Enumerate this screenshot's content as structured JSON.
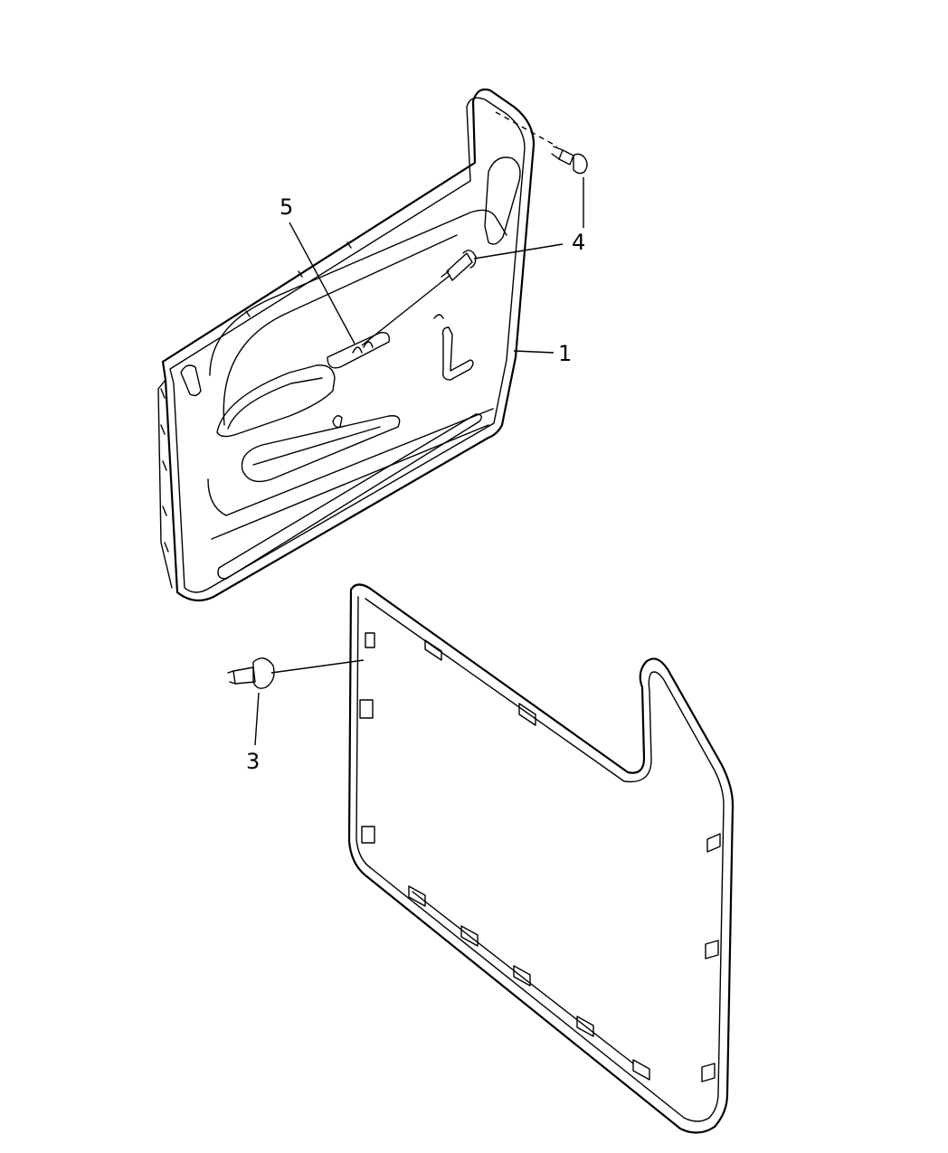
{
  "callouts": {
    "c1": "1",
    "c3": "3",
    "c4": "4",
    "c5": "5"
  }
}
